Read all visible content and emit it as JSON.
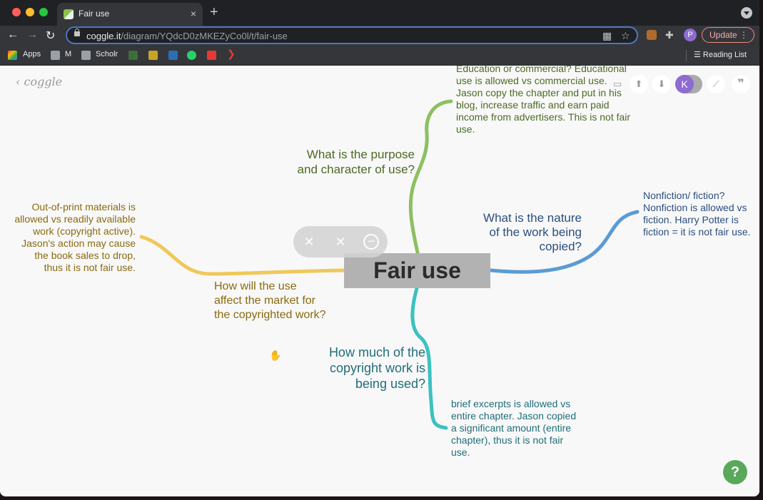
{
  "browser": {
    "tab_title": "Fair use",
    "tab_close": "×",
    "new_tab": "+",
    "url_domain": "coggle.it",
    "url_path": "/diagram/YQdcD0zMKEZyCo0l/t/fair-use",
    "profile_initial": "P",
    "update_label": "Update",
    "bookmarks": [
      "Apps",
      "M",
      "Scholr"
    ],
    "reading_list": "Reading List"
  },
  "app": {
    "logo": "coggle",
    "user_initial": "K",
    "help_label": "?"
  },
  "mindmap": {
    "center": "Fair use",
    "purpose": {
      "question": [
        "What is the purpose",
        "and character of use?"
      ],
      "answer": [
        "Education or commercial? Educational",
        "use is allowed vs commercial use.",
        "Jason copy the chapter and put in his",
        "blog, increase traffic and earn paid",
        "income from advertisers. This is not fair",
        "use."
      ]
    },
    "nature": {
      "question": [
        "What is the nature",
        "of the work being",
        "copied?"
      ],
      "answer": [
        "Nonfiction/ fiction?",
        "Nonfiction is allowed vs",
        "fiction. Harry Potter is",
        "fiction = it is not fair use."
      ]
    },
    "market": {
      "question": [
        "How will the use",
        "affect the market for",
        "the copyrighted work?"
      ],
      "answer": [
        "Out-of-print materials is",
        "allowed vs readily available",
        "work (copyright active).",
        "Jason's action may cause",
        "the book sales to drop,",
        "thus it is not fair use."
      ]
    },
    "amount": {
      "question": [
        "How much of the",
        "copyright work is",
        "being used?"
      ],
      "answer": [
        "brief excerpts is allowed vs",
        "entire chapter. Jason copied",
        "a significant amount (entire",
        "chapter), thus it is not fair",
        "use."
      ]
    }
  },
  "colors": {
    "green_branch": "#8cc063",
    "blue_branch": "#5b9bd5",
    "yellow_branch": "#f0c85a",
    "teal_branch": "#3cc1c1",
    "green_text": "#4b6b25",
    "blue_text": "#2a4f80",
    "yellow_text": "#8a6a10",
    "teal_text": "#1f6e7a"
  }
}
